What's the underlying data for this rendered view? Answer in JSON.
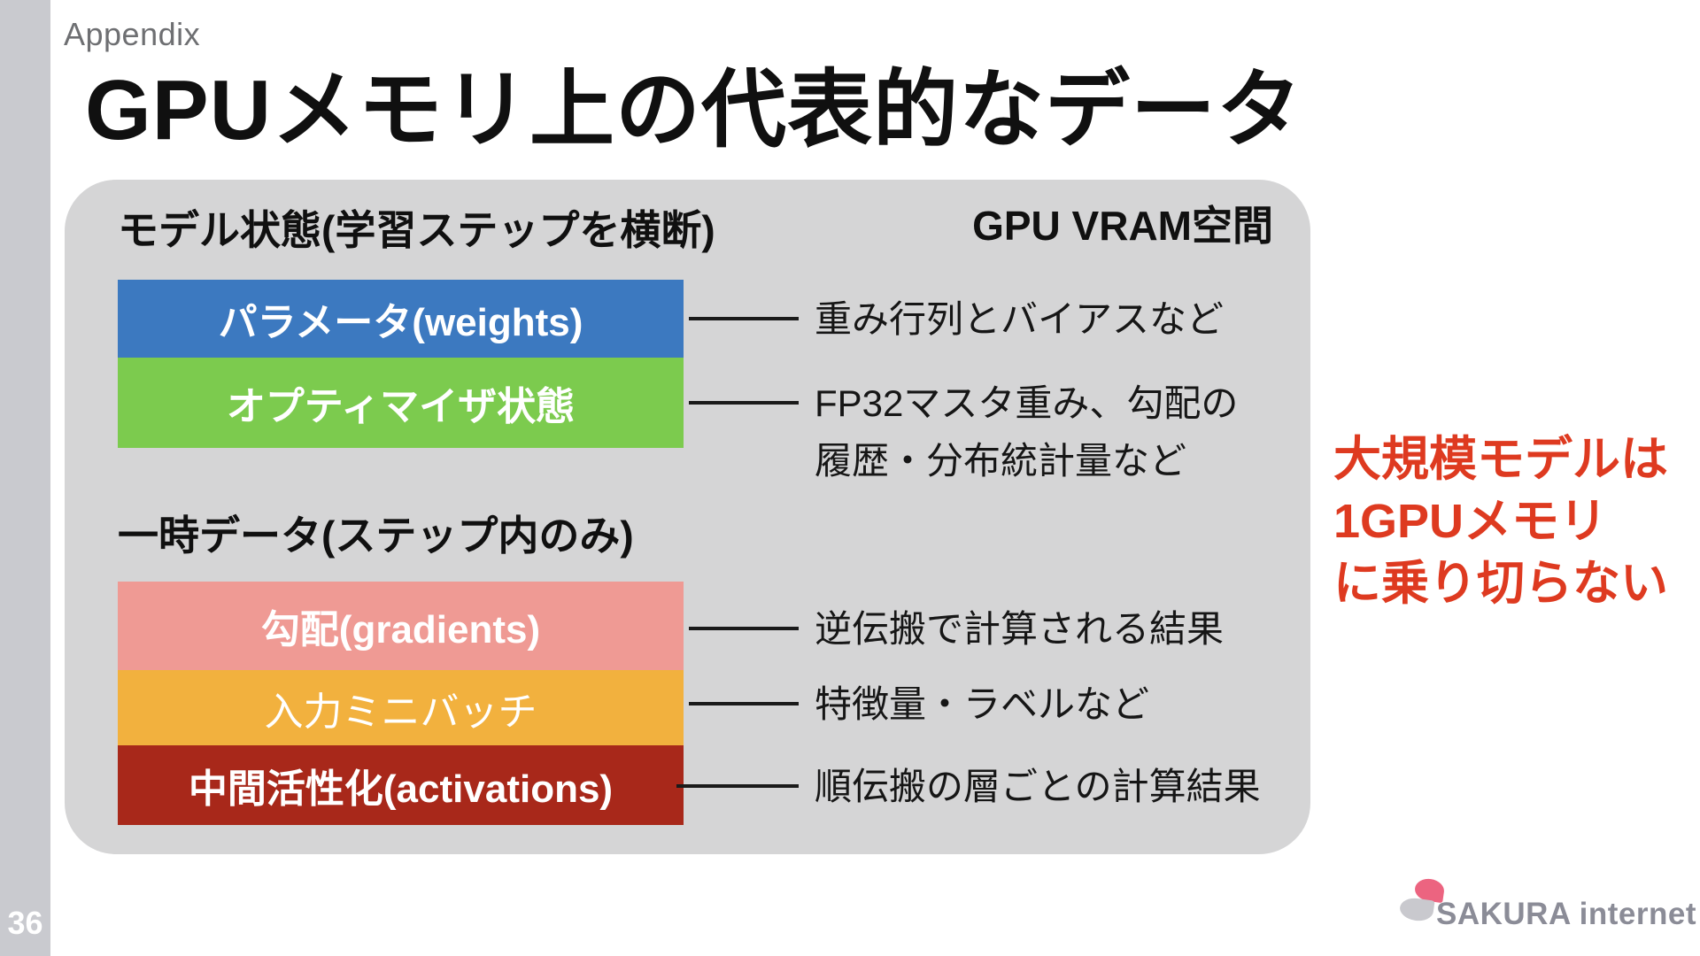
{
  "slide": {
    "section_label": "Appendix",
    "title": "GPUメモリ上の代表的なデータ",
    "page_number": "36"
  },
  "vram": {
    "space_label": "GPU VRAM空間",
    "model_state_heading": "モデル状態(学習ステップを横断)",
    "temp_data_heading": "一時データ(ステップ内のみ)",
    "blocks": [
      {
        "name": "parameters",
        "label": "パラメータ(weights)",
        "color": "#3c79c0",
        "desc_lines": [
          "重み行列とバイアスなど"
        ]
      },
      {
        "name": "optimizer-state",
        "label": "オプティマイザ状態",
        "color": "#7ccb4e",
        "desc_lines": [
          "FP32マスタ重み、勾配の",
          "履歴・分布統計量など"
        ]
      },
      {
        "name": "gradients",
        "label": "勾配(gradients)",
        "color": "#ef9a94",
        "desc_lines": [
          "逆伝搬で計算される結果"
        ]
      },
      {
        "name": "input-minibatch",
        "label": "入力ミニバッチ",
        "color": "#f2b13e",
        "desc_lines": [
          "特徴量・ラベルなど"
        ]
      },
      {
        "name": "activations",
        "label": "中間活性化(activations)",
        "color": "#a8281a",
        "desc_lines": [
          "順伝搬の層ごとの計算結果"
        ]
      }
    ]
  },
  "callout": {
    "lines": [
      "大規模モデルは",
      "1GPUメモリ",
      "に乗り切らない"
    ],
    "color": "#de3a20"
  },
  "footer": {
    "logo_text": "SAKURA internet",
    "logo_text_color": "#8b8c97",
    "logo_pink": "#ec6480",
    "logo_gray": "#c9c9ce"
  }
}
